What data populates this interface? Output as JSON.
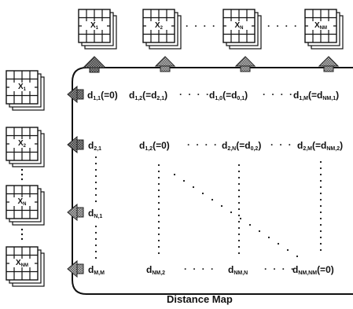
{
  "caption": "Distance Map",
  "ellipsis": "· · · ·",
  "top_images": [
    {
      "base": "X",
      "sub": "1"
    },
    {
      "base": "X",
      "sub": "2"
    },
    {
      "base": "X",
      "sub": "N"
    },
    {
      "base": "X",
      "sub": "NM"
    }
  ],
  "left_images": [
    {
      "base": "X",
      "sub": "1"
    },
    {
      "base": "X",
      "sub": "2"
    },
    {
      "base": "X",
      "sub": "N"
    },
    {
      "base": "X",
      "sub": "NM"
    }
  ],
  "matrix": {
    "row1": [
      {
        "pre": "d",
        "sub": "1,1",
        "rest": "(=0)"
      },
      {
        "pre": "d",
        "sub": "1,2",
        "rest": "(=d",
        "sub2": "2,1",
        "rest2": ")"
      },
      {
        "pre": "d",
        "sub": "1,0",
        "rest": "(=d",
        "sub2": "0,1",
        "rest2": ")"
      },
      {
        "pre": "d",
        "sub": "1,M",
        "rest": "(=d",
        "sub2": "NM,1",
        "rest2": ")"
      }
    ],
    "row2": [
      {
        "pre": "d",
        "sub": "2,1"
      },
      {
        "pre": "d",
        "sub": "1,2",
        "rest": "(=0)"
      },
      {
        "pre": "d",
        "sub": "2,N",
        "rest": "(=d",
        "sub2": "0,2",
        "rest2": ")"
      },
      {
        "pre": "d",
        "sub": "2,M",
        "rest": "(=d",
        "sub2": "NM,2",
        "rest2": ")"
      }
    ],
    "row3": [
      {
        "pre": "d",
        "sub": "N,1"
      }
    ],
    "row4": [
      {
        "pre": "d",
        "sub": "M,M"
      },
      {
        "pre": "d",
        "sub": "NM,2"
      },
      {
        "pre": "d",
        "sub": "NM,N"
      },
      {
        "pre": "d",
        "sub": "NM,NM",
        "rest": "(=0)"
      }
    ]
  },
  "colors": {
    "ink": "#111111",
    "arrow_fill": "#8a8a8a",
    "arrow_dark": "#3a3a3a"
  }
}
